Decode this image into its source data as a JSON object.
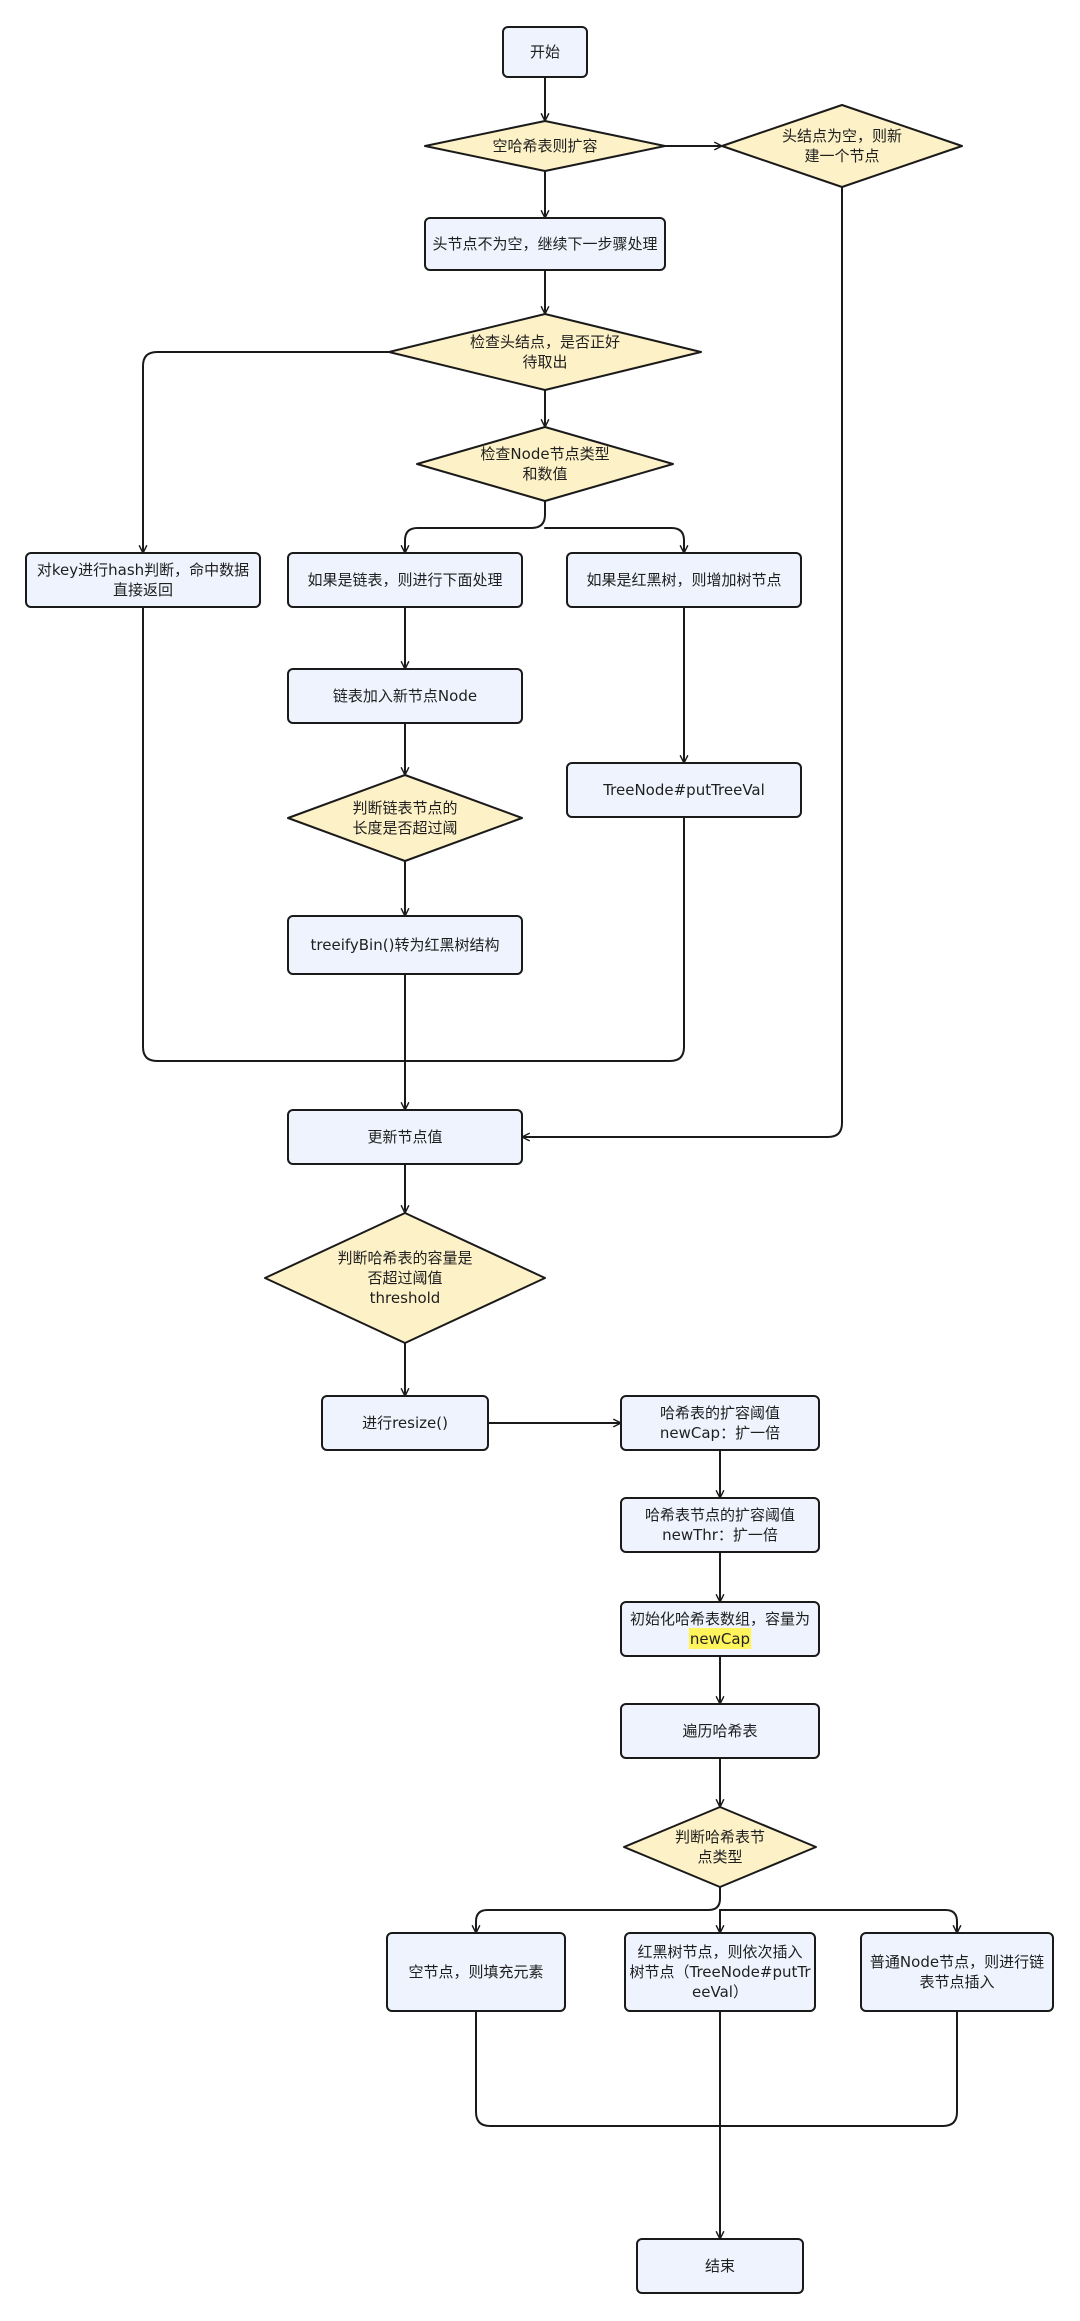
{
  "diagram": {
    "colors": {
      "rect_fill": "#eef3fd",
      "diamond_fill": "#fdf1c7",
      "stroke": "#1a1a1a",
      "highlight": "#fff45c"
    },
    "nodes": {
      "start": {
        "lines": [
          "开始"
        ]
      },
      "resize_empty": {
        "lines": [
          "空哈希表则扩容"
        ]
      },
      "new_head": {
        "lines": [
          "头结点为空，则新",
          "建一个节点"
        ]
      },
      "head_not_empty": {
        "lines": [
          "头节点不为空，继续下一步骤处理"
        ]
      },
      "check_head": {
        "lines": [
          "检查头结点，是否正好",
          "待取出"
        ]
      },
      "check_type": {
        "lines": [
          "检查Node节点类型",
          "和数值"
        ]
      },
      "key_hash": {
        "lines": [
          "对key进行hash判断，命中数据",
          "直接返回"
        ]
      },
      "is_list": {
        "lines": [
          "如果是链表，则进行下面处理"
        ]
      },
      "is_tree": {
        "lines": [
          "如果是红黑树，则增加树节点"
        ]
      },
      "list_add": {
        "lines": [
          "链表加入新节点Node"
        ]
      },
      "tree_put": {
        "lines": [
          "TreeNode#putTreeVal"
        ]
      },
      "len_check": {
        "lines": [
          "判断链表节点的",
          "长度是否超过阈"
        ]
      },
      "treeify": {
        "lines": [
          "treeifyBin()转为红黑树结构"
        ]
      },
      "update": {
        "lines": [
          "更新节点值"
        ]
      },
      "threshold_check": {
        "lines": [
          "判断哈希表的容量是",
          "否超过阈值",
          "threshold"
        ]
      },
      "resize": {
        "lines": [
          "进行resize()"
        ]
      },
      "new_cap": {
        "lines": [
          "哈希表的扩容阈值",
          "newCap：扩一倍"
        ]
      },
      "new_thr": {
        "lines": [
          "哈希表节点的扩容阈值",
          "newThr：扩一倍"
        ]
      },
      "init_array": {
        "lines": [
          "初始化哈希表数组，容量为",
          "newCap"
        ]
      },
      "traverse": {
        "lines": [
          "遍历哈希表"
        ]
      },
      "node_type": {
        "lines": [
          "判断哈希表节",
          "点类型"
        ]
      },
      "empty_fill": {
        "lines": [
          "空节点，则填充元素"
        ]
      },
      "tree_insert": {
        "lines": [
          "红黑树节点，则依次插入",
          "树节点（TreeNode#putTr",
          "eeVal）"
        ]
      },
      "list_insert": {
        "lines": [
          "普通Node节点，则进行链",
          "表节点插入"
        ]
      },
      "end": {
        "lines": [
          "结束"
        ]
      }
    }
  }
}
